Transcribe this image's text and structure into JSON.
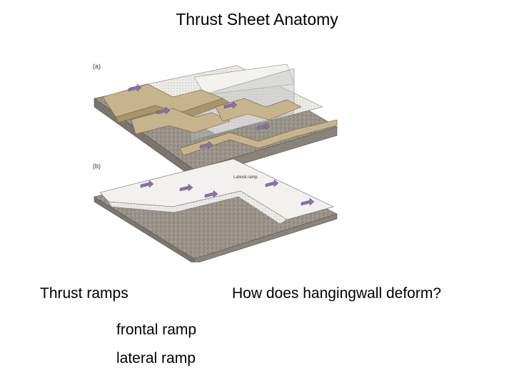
{
  "title": "Thrust Sheet Anatomy",
  "figure": {
    "panel_a": "(a)",
    "panel_b": "(b)",
    "lateral_ramp_label": "Lateral ramp"
  },
  "left_column": {
    "heading": "Thrust ramps",
    "items": [
      "frontal ramp",
      "lateral ramp"
    ]
  },
  "right_column": {
    "question": "How does hangingwall deform?"
  },
  "colors": {
    "hangingwall_tan": "#c8b48c",
    "basement_gray": "#9a9289",
    "arrow_purple": "#8a6fb0",
    "footwall_light": "#e9e7e3"
  }
}
